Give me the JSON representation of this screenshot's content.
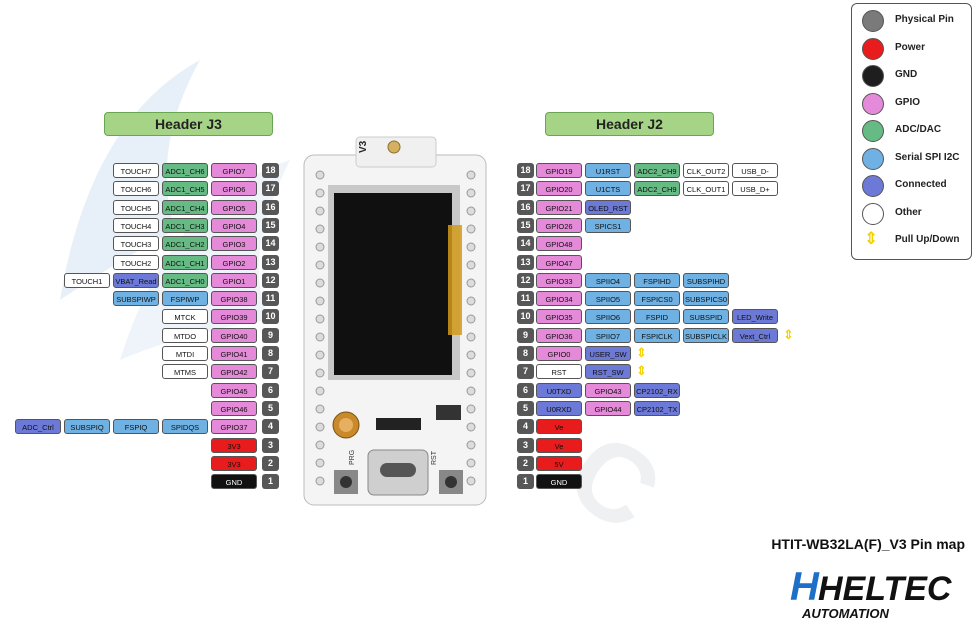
{
  "headers": {
    "left": "Header J3",
    "right": "Header J2"
  },
  "board": {
    "antenna_label": "V3",
    "button_left": "PRG",
    "button_right": "RST"
  },
  "legend": [
    {
      "label": "Physical Pin",
      "color": "#7a7a7a",
      "icon": "circle"
    },
    {
      "label": "Power",
      "color": "#e81c1c",
      "icon": "circle"
    },
    {
      "label": "GND",
      "color": "#1e1e1e",
      "icon": "circle"
    },
    {
      "label": "GPIO",
      "color": "#e58ad9",
      "icon": "circle"
    },
    {
      "label": "ADC/DAC",
      "color": "#66bb84",
      "icon": "circle"
    },
    {
      "label": "Serial SPI I2C",
      "color": "#6fb1e3",
      "icon": "circle"
    },
    {
      "label": "Connected",
      "color": "#6c79d6",
      "icon": "circle"
    },
    {
      "label": "Other",
      "color": "#ffffff",
      "icon": "circle"
    },
    {
      "label": "Pull Up/Down",
      "color": "#f4d000",
      "icon": "double-arrow"
    }
  ],
  "left_pins": [
    {
      "num": "18",
      "items": [
        {
          "t": "GPIO7",
          "c": "gpio"
        },
        {
          "t": "ADC1_CH6",
          "c": "adc"
        },
        {
          "t": "TOUCH7",
          "c": "other"
        }
      ]
    },
    {
      "num": "17",
      "items": [
        {
          "t": "GPIO6",
          "c": "gpio"
        },
        {
          "t": "ADC1_CH5",
          "c": "adc"
        },
        {
          "t": "TOUCH6",
          "c": "other"
        }
      ]
    },
    {
      "num": "16",
      "items": [
        {
          "t": "GPIO5",
          "c": "gpio"
        },
        {
          "t": "ADC1_CH4",
          "c": "adc"
        },
        {
          "t": "TOUCH5",
          "c": "other"
        }
      ]
    },
    {
      "num": "15",
      "items": [
        {
          "t": "GPIO4",
          "c": "gpio"
        },
        {
          "t": "ADC1_CH3",
          "c": "adc"
        },
        {
          "t": "TOUCH4",
          "c": "other"
        }
      ]
    },
    {
      "num": "14",
      "items": [
        {
          "t": "GPIO3",
          "c": "gpio"
        },
        {
          "t": "ADC1_CH2",
          "c": "adc"
        },
        {
          "t": "TOUCH3",
          "c": "other"
        }
      ]
    },
    {
      "num": "13",
      "items": [
        {
          "t": "GPIO2",
          "c": "gpio"
        },
        {
          "t": "ADC1_CH1",
          "c": "adc"
        },
        {
          "t": "TOUCH2",
          "c": "other"
        }
      ]
    },
    {
      "num": "12",
      "items": [
        {
          "t": "GPIO1",
          "c": "gpio"
        },
        {
          "t": "ADC1_CH0",
          "c": "adc"
        },
        {
          "t": "VBAT_Read",
          "c": "conn"
        },
        {
          "t": "TOUCH1",
          "c": "other"
        }
      ]
    },
    {
      "num": "11",
      "items": [
        {
          "t": "GPIO38",
          "c": "gpio"
        },
        {
          "t": "FSPIWP",
          "c": "spi"
        },
        {
          "t": "SUBSPIWP",
          "c": "spi"
        }
      ]
    },
    {
      "num": "10",
      "items": [
        {
          "t": "GPIO39",
          "c": "gpio"
        },
        {
          "t": "MTCK",
          "c": "other"
        }
      ]
    },
    {
      "num": "9",
      "items": [
        {
          "t": "GPIO40",
          "c": "gpio"
        },
        {
          "t": "MTDO",
          "c": "other"
        }
      ]
    },
    {
      "num": "8",
      "items": [
        {
          "t": "GPIO41",
          "c": "gpio"
        },
        {
          "t": "MTDI",
          "c": "other"
        }
      ]
    },
    {
      "num": "7",
      "items": [
        {
          "t": "GPIO42",
          "c": "gpio"
        },
        {
          "t": "MTMS",
          "c": "other"
        }
      ]
    },
    {
      "num": "6",
      "items": [
        {
          "t": "GPIO45",
          "c": "gpio"
        }
      ]
    },
    {
      "num": "5",
      "items": [
        {
          "t": "GPIO46",
          "c": "gpio"
        }
      ]
    },
    {
      "num": "4",
      "items": [
        {
          "t": "GPIO37",
          "c": "gpio"
        },
        {
          "t": "SPIDQS",
          "c": "spi"
        },
        {
          "t": "FSPIQ",
          "c": "spi"
        },
        {
          "t": "SUBSPIQ",
          "c": "spi"
        },
        {
          "t": "ADC_Ctrl",
          "c": "conn"
        }
      ],
      "arrow": true
    },
    {
      "num": "3",
      "items": [
        {
          "t": "3V3",
          "c": "power"
        }
      ]
    },
    {
      "num": "2",
      "items": [
        {
          "t": "3V3",
          "c": "power"
        }
      ]
    },
    {
      "num": "1",
      "items": [
        {
          "t": "GND",
          "c": "gnd"
        }
      ]
    }
  ],
  "right_pins": [
    {
      "num": "18",
      "items": [
        {
          "t": "GPIO19",
          "c": "gpio"
        },
        {
          "t": "U1RST",
          "c": "spi"
        },
        {
          "t": "ADC2_CH9",
          "c": "adc"
        },
        {
          "t": "CLK_OUT2",
          "c": "other"
        },
        {
          "t": "USB_D-",
          "c": "other"
        }
      ]
    },
    {
      "num": "17",
      "items": [
        {
          "t": "GPIO20",
          "c": "gpio"
        },
        {
          "t": "U1CTS",
          "c": "spi"
        },
        {
          "t": "ADC2_CH9",
          "c": "adc"
        },
        {
          "t": "CLK_OUT1",
          "c": "other"
        },
        {
          "t": "USB_D+",
          "c": "other"
        }
      ]
    },
    {
      "num": "16",
      "items": [
        {
          "t": "GPIO21",
          "c": "gpio"
        },
        {
          "t": "OLED_RST",
          "c": "conn"
        }
      ]
    },
    {
      "num": "15",
      "items": [
        {
          "t": "GPIO26",
          "c": "gpio"
        },
        {
          "t": "SPICS1",
          "c": "spi"
        }
      ]
    },
    {
      "num": "14",
      "items": [
        {
          "t": "GPIO48",
          "c": "gpio"
        }
      ]
    },
    {
      "num": "13",
      "items": [
        {
          "t": "GPIO47",
          "c": "gpio"
        }
      ]
    },
    {
      "num": "12",
      "items": [
        {
          "t": "GPIO33",
          "c": "gpio"
        },
        {
          "t": "SPIIO4",
          "c": "spi"
        },
        {
          "t": "FSPIHD",
          "c": "spi"
        },
        {
          "t": "SUBSPIHD",
          "c": "spi"
        }
      ]
    },
    {
      "num": "11",
      "items": [
        {
          "t": "GPIO34",
          "c": "gpio"
        },
        {
          "t": "SPIIO5",
          "c": "spi"
        },
        {
          "t": "FSPICS0",
          "c": "spi"
        },
        {
          "t": "SUBSPICS0",
          "c": "spi"
        }
      ]
    },
    {
      "num": "10",
      "items": [
        {
          "t": "GPIO35",
          "c": "gpio"
        },
        {
          "t": "SPIIO6",
          "c": "spi"
        },
        {
          "t": "FSPID",
          "c": "spi"
        },
        {
          "t": "SUBSPID",
          "c": "spi"
        },
        {
          "t": "LED_Write",
          "c": "conn"
        }
      ]
    },
    {
      "num": "9",
      "items": [
        {
          "t": "GPIO36",
          "c": "gpio"
        },
        {
          "t": "SPIIO7",
          "c": "spi"
        },
        {
          "t": "FSPICLK",
          "c": "spi"
        },
        {
          "t": "SUBSPICLK",
          "c": "spi"
        },
        {
          "t": "Vext_Ctrl",
          "c": "conn"
        }
      ],
      "arrow": true
    },
    {
      "num": "8",
      "items": [
        {
          "t": "GPIO0",
          "c": "gpio"
        },
        {
          "t": "USER_SW",
          "c": "conn"
        }
      ],
      "arrow": true
    },
    {
      "num": "7",
      "items": [
        {
          "t": "RST",
          "c": "other"
        },
        {
          "t": "RST_SW",
          "c": "conn"
        }
      ],
      "arrow": true
    },
    {
      "num": "6",
      "items": [
        {
          "t": "U0TXD",
          "c": "conn"
        },
        {
          "t": "GPIO43",
          "c": "gpio"
        },
        {
          "t": "CP2102_RX",
          "c": "conn"
        }
      ]
    },
    {
      "num": "5",
      "items": [
        {
          "t": "U0RXD",
          "c": "conn"
        },
        {
          "t": "GPIO44",
          "c": "gpio"
        },
        {
          "t": "CP2102_TX",
          "c": "conn"
        }
      ]
    },
    {
      "num": "4",
      "items": [
        {
          "t": "Ve",
          "c": "power"
        }
      ]
    },
    {
      "num": "3",
      "items": [
        {
          "t": "Ve",
          "c": "power"
        }
      ]
    },
    {
      "num": "2",
      "items": [
        {
          "t": "5V",
          "c": "power"
        }
      ]
    },
    {
      "num": "1",
      "items": [
        {
          "t": "GND",
          "c": "gnd"
        }
      ]
    }
  ],
  "title": "HTIT-WB32LA(F)_V3 Pin map",
  "brand": {
    "name": "HELTEC",
    "tagline": "AUTOMATION",
    "colors": {
      "blue": "#1e6fc8",
      "dark": "#111111"
    }
  }
}
